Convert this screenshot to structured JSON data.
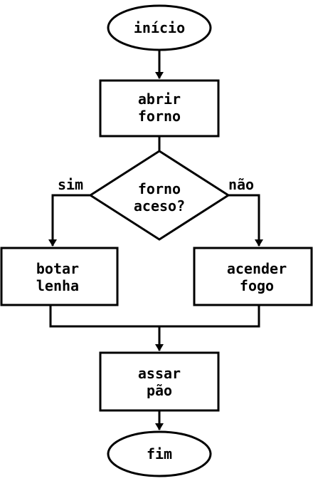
{
  "nodes": {
    "start": {
      "line1": "início"
    },
    "open_oven": {
      "line1": "abrir",
      "line2": "forno"
    },
    "decision": {
      "line1": "forno",
      "line2": "aceso?"
    },
    "add_wood": {
      "line1": "botar",
      "line2": "lenha"
    },
    "light_fire": {
      "line1": "acender",
      "line2": "fogo"
    },
    "bake_bread": {
      "line1": "assar",
      "line2": "pão"
    },
    "end": {
      "line1": "fim"
    }
  },
  "edges": {
    "yes_label": "sim",
    "no_label": "não"
  }
}
